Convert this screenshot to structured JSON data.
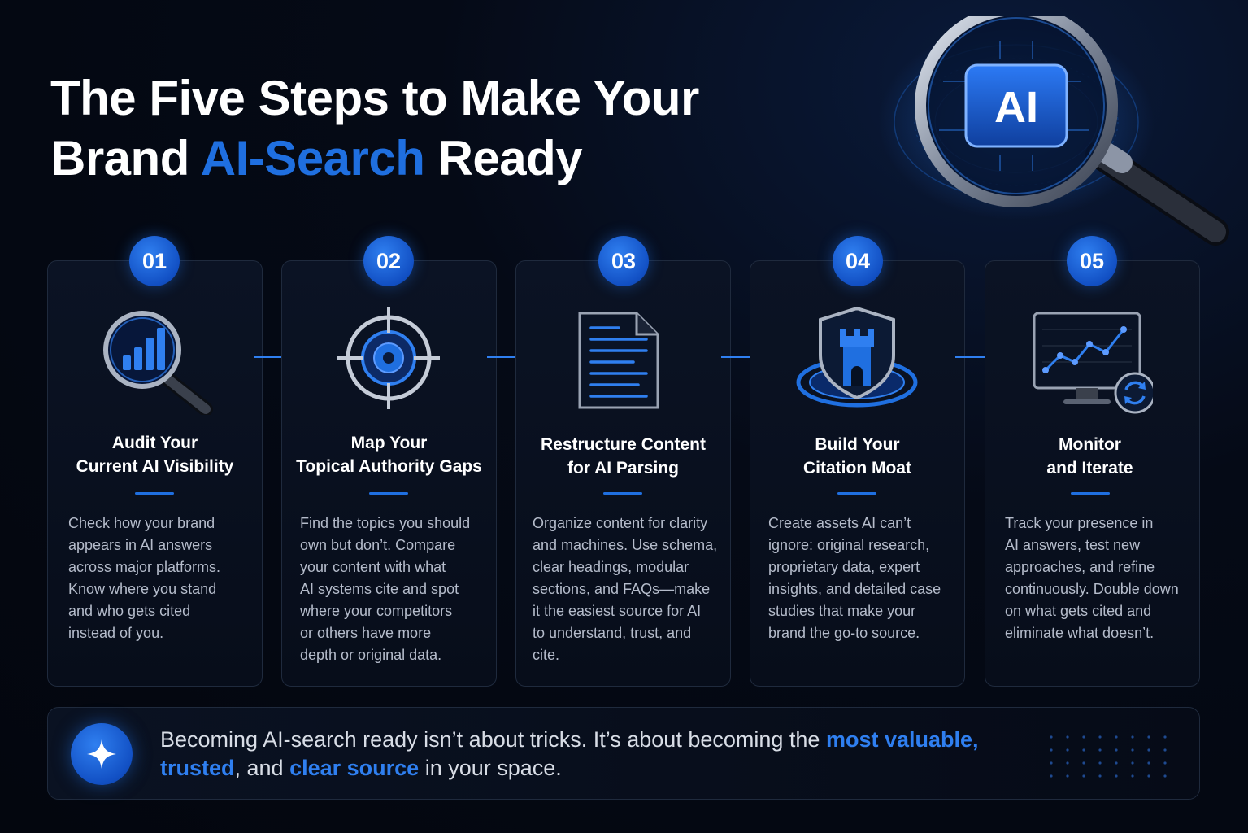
{
  "title": {
    "line1": "The Five Steps to Make Your",
    "line2_pre": "Brand ",
    "line2_accent": "AI-Search",
    "line2_post": " Ready"
  },
  "hero": {
    "chip_label": "AI"
  },
  "steps": [
    {
      "number": "01",
      "title_line1": "Audit Your",
      "title_line2": "Current AI Visibility",
      "body": [
        "Check how your brand",
        "appears in AI answers",
        "across major platforms.",
        "Know where you stand",
        "and who gets cited",
        "instead of you."
      ],
      "icon": "magnifier-chart-icon"
    },
    {
      "number": "02",
      "title_line1": "Map Your",
      "title_line2": "Topical Authority Gaps",
      "body": [
        "Find the topics you should",
        "own but don’t. Compare",
        "your content with what",
        "AI systems cite and spot",
        "where your competitors",
        "or others have more",
        "depth or original data."
      ],
      "icon": "target-crosshair-icon"
    },
    {
      "number": "03",
      "title_line1": "Restructure Content",
      "title_line2": "for AI Parsing",
      "body": [
        "Organize content for clarity",
        "and machines. Use schema,",
        "clear headings, modular",
        "sections, and FAQs—make",
        "it the easiest source for AI",
        "to understand, trust, and",
        "cite."
      ],
      "icon": "document-icon"
    },
    {
      "number": "04",
      "title_line1": "Build Your",
      "title_line2": "Citation Moat",
      "body": [
        "Create assets AI can’t",
        "ignore: original research,",
        "proprietary data, expert",
        "insights, and detailed case",
        "studies that make your",
        "brand the go-to source."
      ],
      "icon": "shield-castle-icon"
    },
    {
      "number": "05",
      "title_line1": "Monitor",
      "title_line2": "and Iterate",
      "body": [
        "Track your presence in",
        "AI answers, test new",
        "approaches, and refine",
        "continuously. Double down",
        "on what gets cited and",
        "eliminate what doesn’t."
      ],
      "icon": "monitor-refresh-icon"
    }
  ],
  "footer": {
    "pre": "Becoming AI-search ready isn’t about tricks. It’s about becoming the ",
    "hl1": "most valuable,",
    "mid1": " ",
    "hl2": "trusted",
    "mid2": ", and ",
    "hl3": "clear source",
    "post": " in your space.",
    "icon": "sparkle-icon"
  },
  "colors": {
    "accent": "#1f6fe0",
    "background": "#050a16",
    "card_border": "#1f2a3d",
    "body_text": "#b5bccb"
  }
}
